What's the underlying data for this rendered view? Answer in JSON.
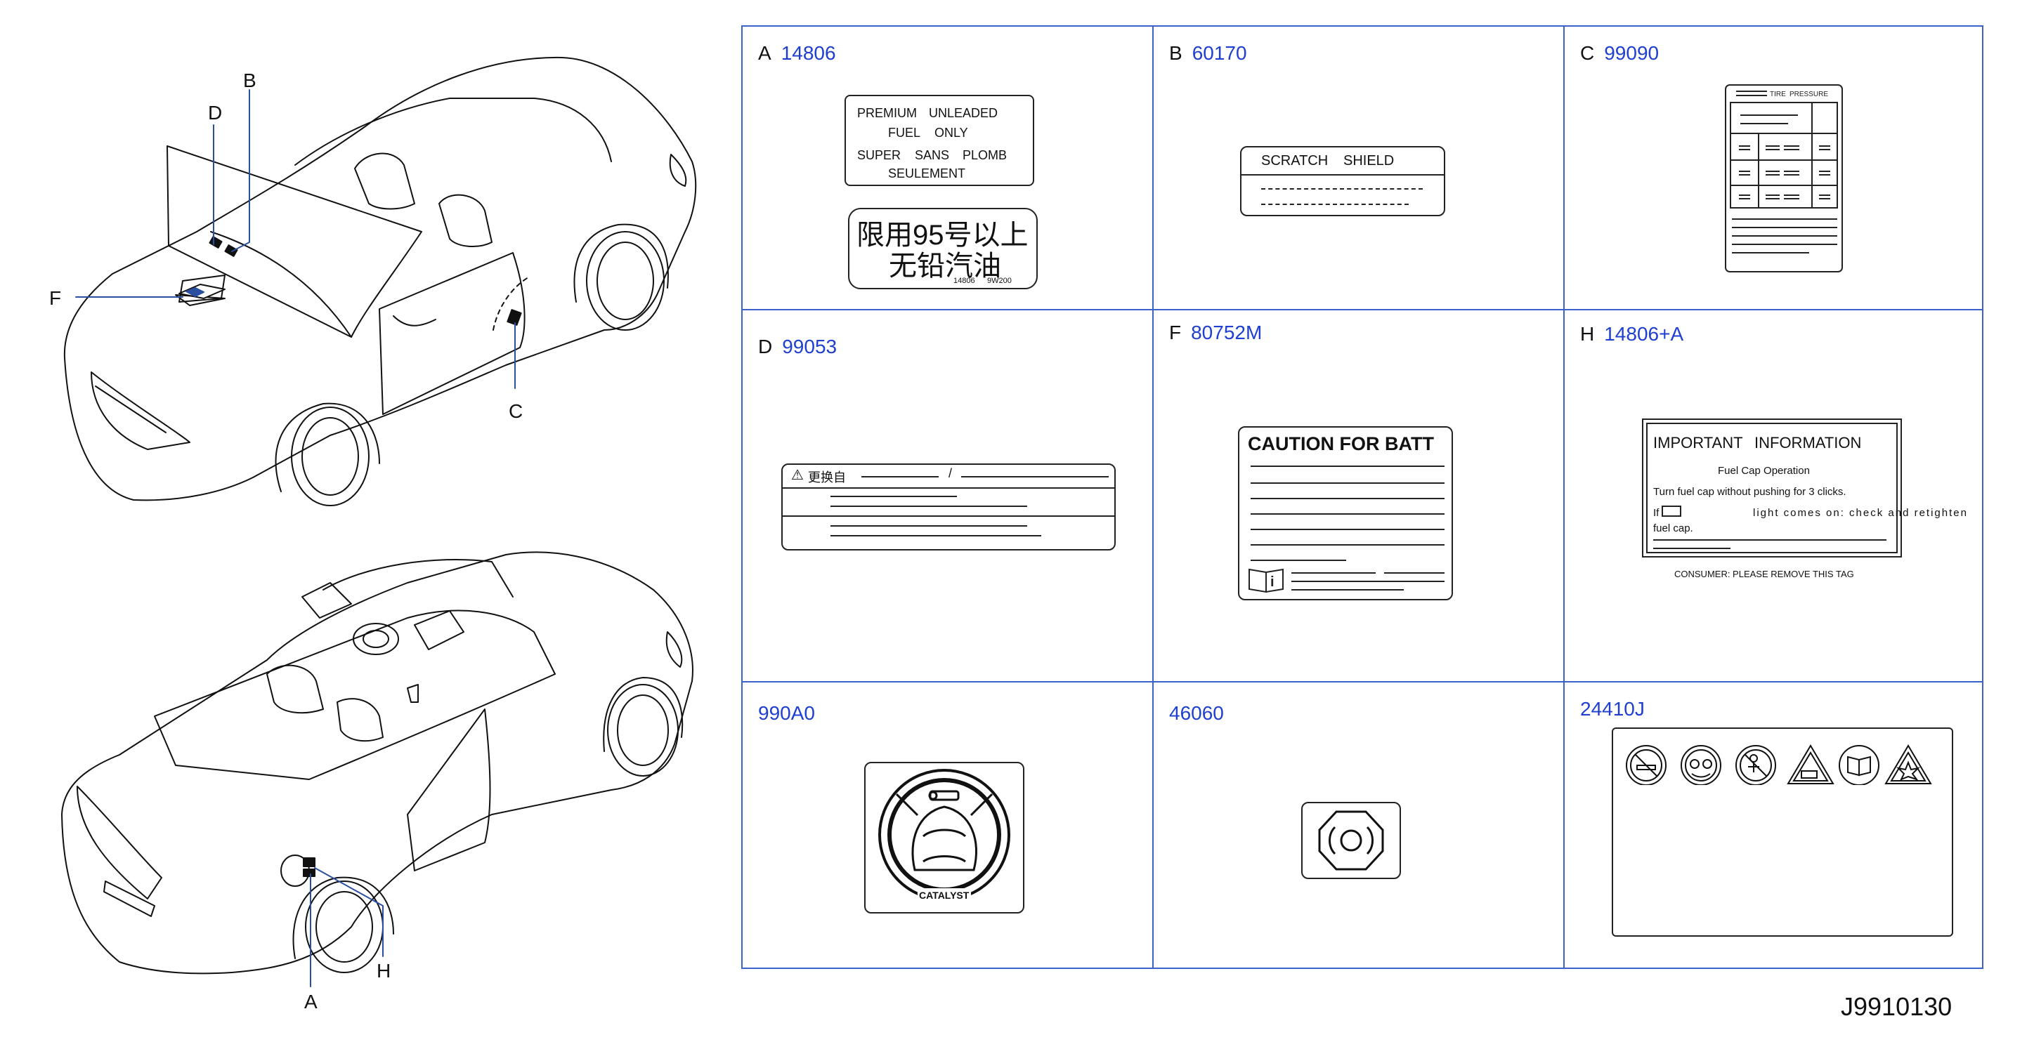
{
  "diagram_id": "J9910130",
  "callouts": {
    "A": "A",
    "B": "B",
    "C": "C",
    "D": "D",
    "F": "F",
    "H": "H"
  },
  "cells": [
    {
      "letter": "A",
      "part": "14806"
    },
    {
      "letter": "B",
      "part": "60170"
    },
    {
      "letter": "C",
      "part": "99090"
    },
    {
      "letter": "D",
      "part": "99053"
    },
    {
      "letter": "F",
      "part": "80752M"
    },
    {
      "letter": "H",
      "part": "14806+A"
    },
    {
      "letter": "",
      "part": "990A0"
    },
    {
      "letter": "",
      "part": "46060"
    },
    {
      "letter": "",
      "part": "24410J"
    }
  ],
  "labels": {
    "a": {
      "l1a": "PREMIUM",
      "l1b": "UNLEADED",
      "l2a": "FUEL",
      "l2b": "ONLY",
      "l3a": "SUPER",
      "l3b": "SANS",
      "l3c": "PLOMB",
      "l4": "SEULEMENT",
      "cn1": "限用95号以上",
      "cn2": "无铅汽油",
      "code1": "14806",
      "code2": "9W200"
    },
    "b": {
      "title1": "SCRATCH",
      "title2": "SHIELD"
    },
    "c": {
      "h1": "TIRE",
      "h2": "PRESSURE"
    },
    "d": {
      "title": "更换自"
    },
    "f": {
      "title": "CAUTION FOR BATT"
    },
    "h": {
      "title1": "IMPORTANT",
      "title2": "INFORMATION",
      "sub": "Fuel   Cap   Operation",
      "line1": "Turn   fuel   cap   without   pushing   for   3   clicks.",
      "line2a": "If",
      "line2b": "light   comes   on:   check   and   retighten",
      "line3": "fuel   cap.",
      "footer": "CONSUMER:   PLEASE   REMOVE   THIS   TAG"
    },
    "g": {
      "text": "CATALYST"
    }
  }
}
